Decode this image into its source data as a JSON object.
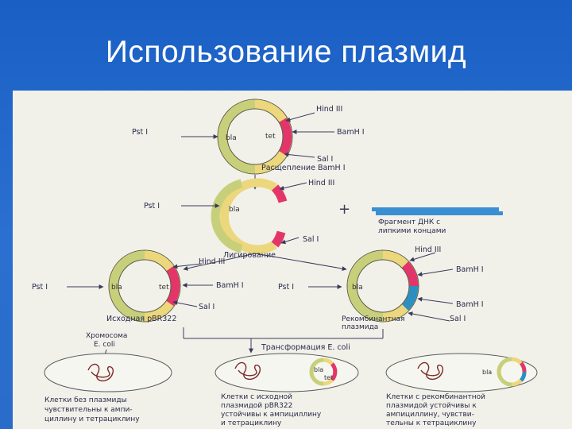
{
  "slide": {
    "title": "Использование плазмид"
  },
  "diagram": {
    "sites": {
      "hind": "Hind III",
      "bam": "BamH I",
      "pst": "Pst I",
      "sal": "Sal I"
    },
    "genes": {
      "bla": "bla",
      "tet": "tet"
    },
    "steps": {
      "cleavage": "Расщепление BamH I",
      "ligation": "Лигирование",
      "transformation": "Трансформация  E. coli"
    },
    "fragment_label": [
      "Фрагмент ДНК с",
      "липкими концами"
    ],
    "plus": "+",
    "source_plasmid": "Исходная pBR322",
    "recombinant_plasmid": [
      "Рекомбинантная",
      "плазмида"
    ],
    "chromosome": [
      "Хромосома",
      "E. coli"
    ],
    "cells": [
      {
        "caption": [
          "Клетки без плазмиды",
          "чувствительны к ампи-",
          "циллину и тетрациклину"
        ]
      },
      {
        "caption": [
          "Клетки с исходной",
          "плазмидой pBR322",
          "устойчивы к ампициллину",
          "и тетрациклину"
        ]
      },
      {
        "caption": [
          "Клетки с рекомбинантной",
          "плазмидой устойчивы к",
          "ампициллину, чувстви-",
          "тельны к тетрациклину"
        ]
      }
    ],
    "colors": {
      "bla_arc": "#c8cf7a",
      "tet_arc": "#e3356a",
      "insert_arc": "#2b8fc2",
      "ring": "#ecd77c",
      "fragment": "#3a8fd3"
    }
  }
}
